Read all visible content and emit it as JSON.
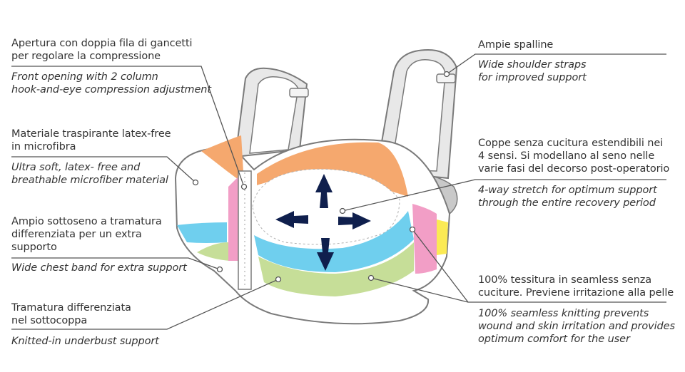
{
  "colors": {
    "orange": "#f5a86e",
    "blue": "#6fcfee",
    "green": "#c6de98",
    "pink": "#f29ec6",
    "yellow": "#fbea54",
    "grey": "#c9c9c9",
    "outline": "#7a7a7a",
    "arrow": "#0f1f4d",
    "text": "#333333"
  },
  "callouts": {
    "front_opening": {
      "it": [
        "Apertura con doppia fila di gancetti",
        "per regolare la compressione"
      ],
      "en": [
        "Front opening with 2 column",
        "hook-and-eye compression adjustment"
      ]
    },
    "material": {
      "it": [
        "Materiale traspirante latex-free",
        "in microfibra"
      ],
      "en": [
        "Ultra soft, latex- free and",
        "breathable microfiber material"
      ]
    },
    "chest_band": {
      "it": [
        "Ampio sottoseno a tramatura",
        "differenziata per un extra",
        "supporto"
      ],
      "en": [
        "Wide chest band for extra support"
      ]
    },
    "underbust": {
      "it": [
        "Tramatura differenziata",
        "nel sottocoppa"
      ],
      "en": [
        "Knitted-in underbust support"
      ]
    },
    "straps": {
      "it": [
        "Ampie spalline"
      ],
      "en": [
        "Wide shoulder straps",
        "for improved support"
      ]
    },
    "cups": {
      "it": [
        "Coppe senza cucitura estendibili nei",
        "4 sensi. Si modellano al seno nelle",
        "varie fasi del decorso post-operatorio"
      ],
      "en": [
        "4-way stretch for optimum support",
        "through the entire recovery period"
      ]
    },
    "seamless": {
      "it": [
        "100% tessitura in seamless senza",
        "cuciture. Previene irritazione alla pelle"
      ],
      "en": [
        "100% seamless knitting prevents",
        "wound and skin irritation and provides",
        "optimum comfort for the user"
      ]
    }
  }
}
